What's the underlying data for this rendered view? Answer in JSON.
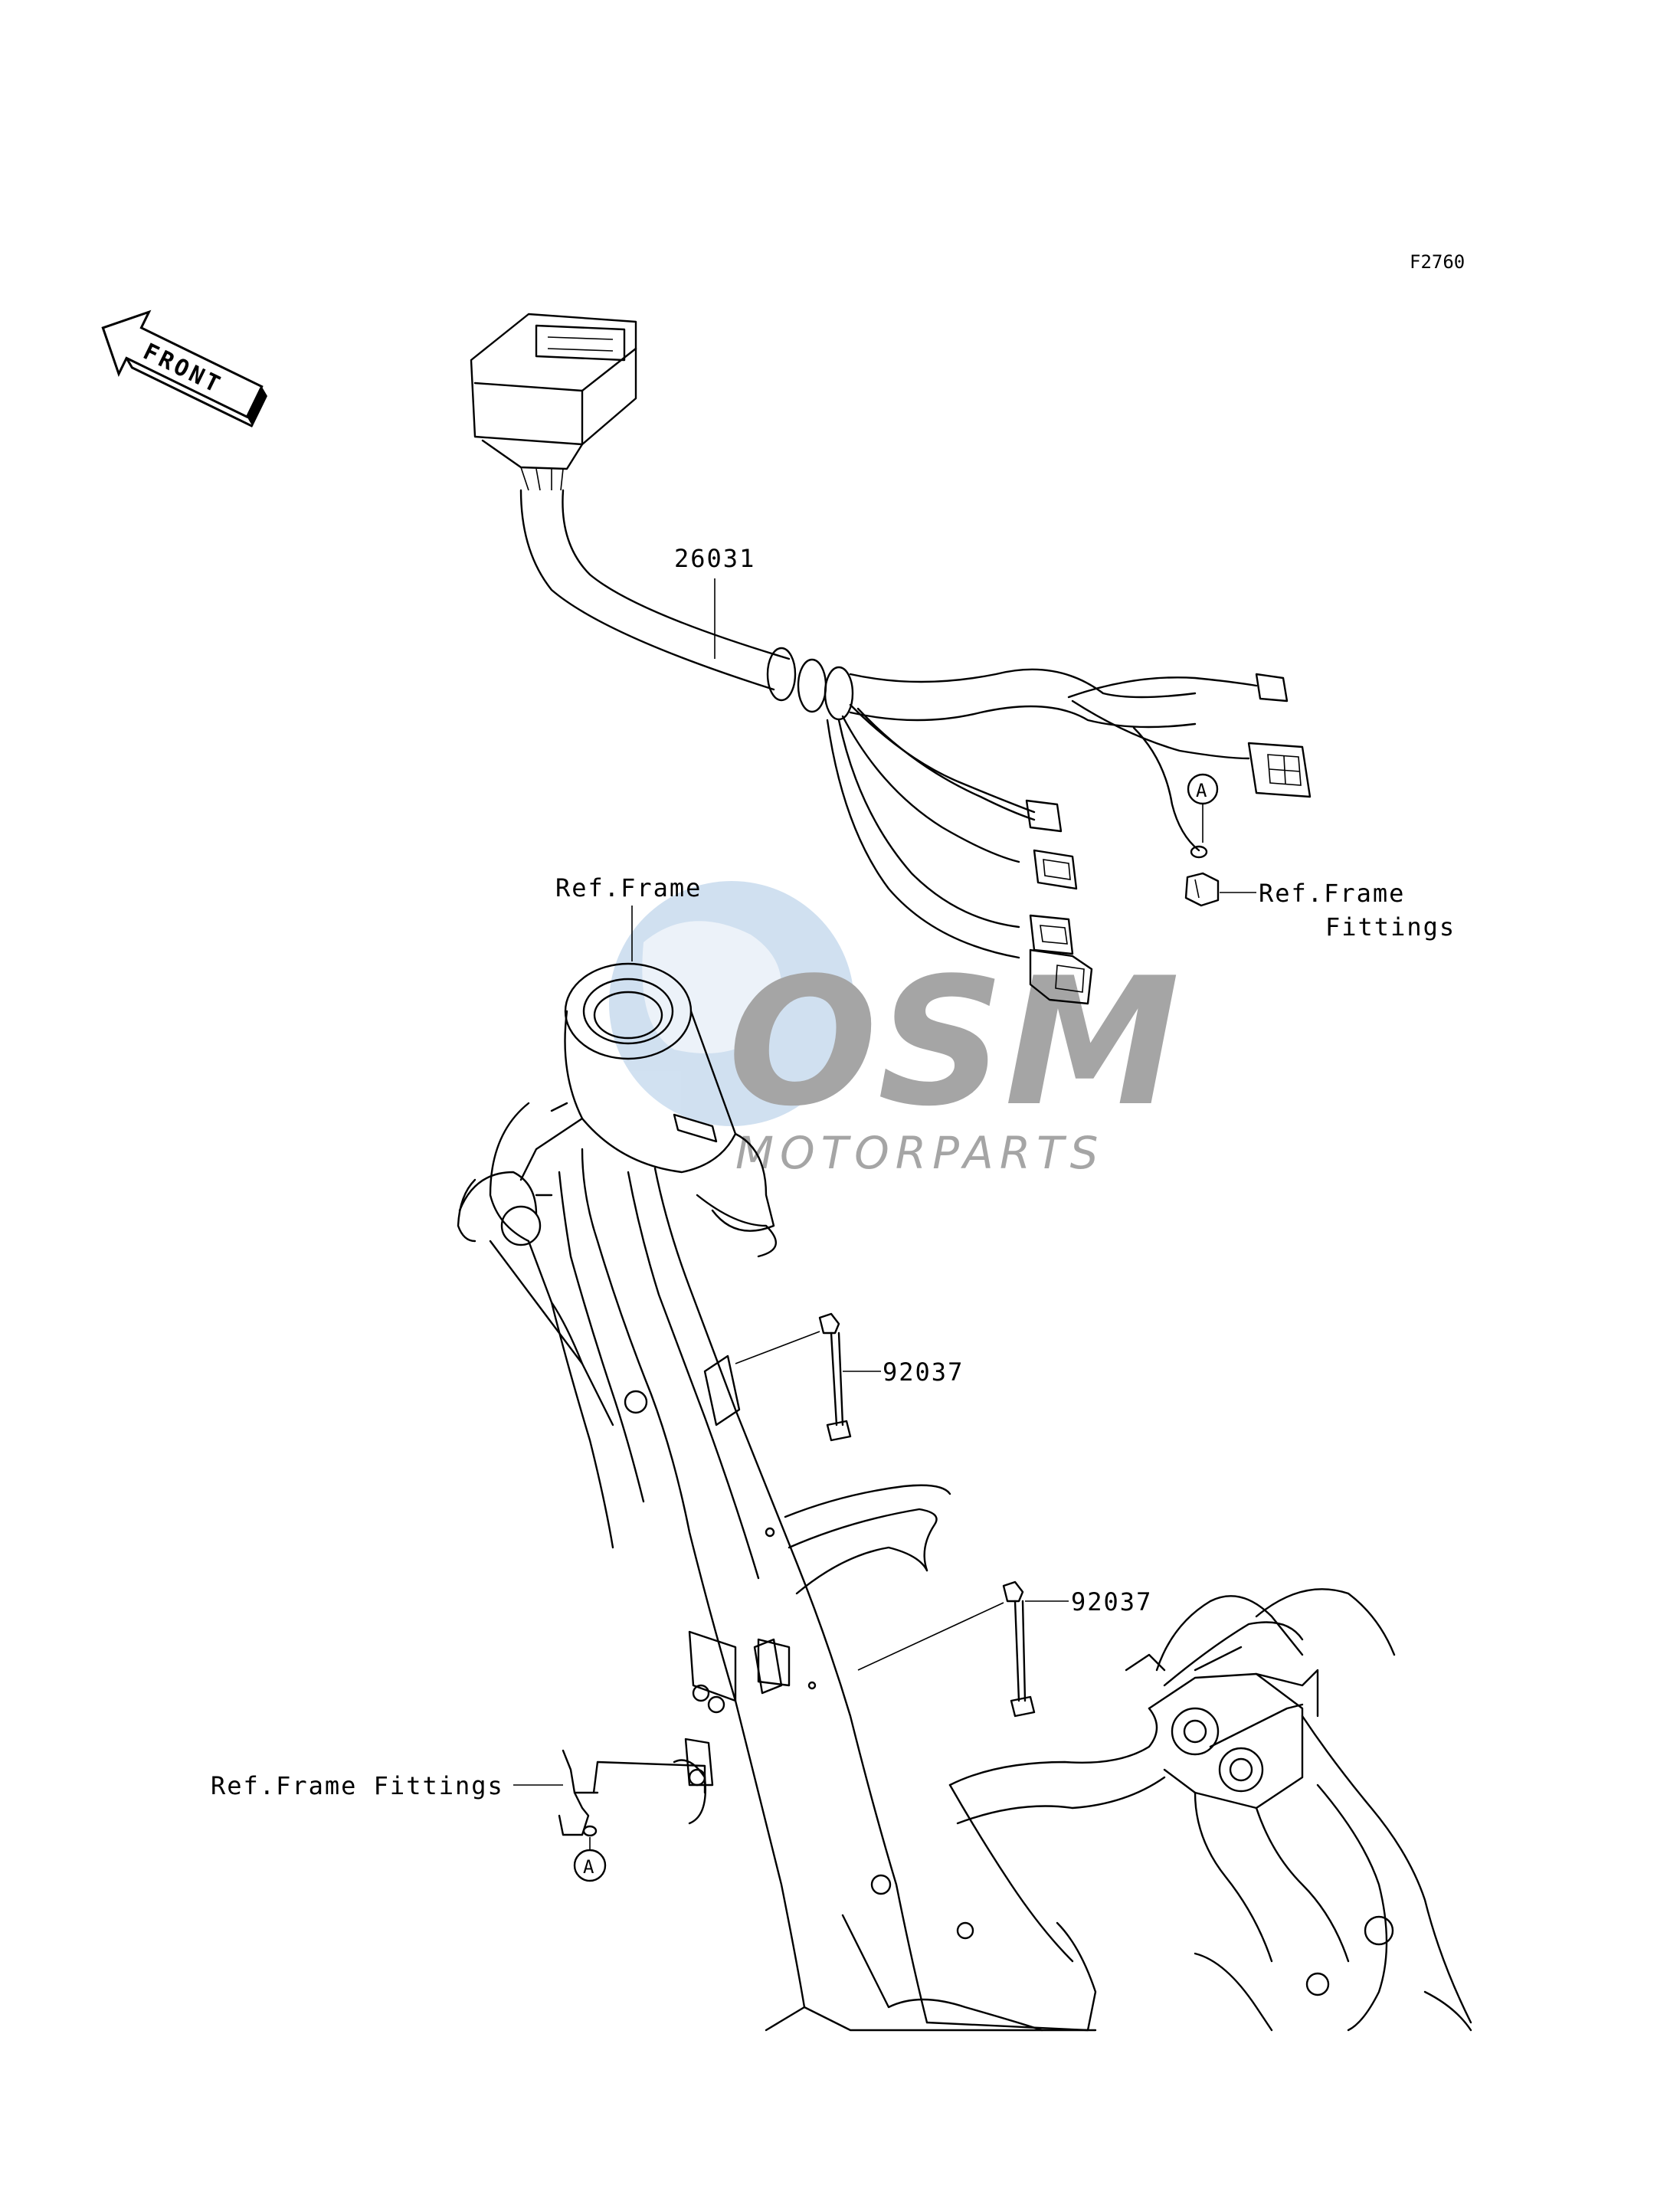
{
  "figure_code": "F2760",
  "direction_arrow": {
    "label": "FRONT",
    "icon": "front-direction-arrow-icon"
  },
  "parts": [
    {
      "number": "26031"
    },
    {
      "number": "92037"
    },
    {
      "number": "92037"
    }
  ],
  "references": {
    "frame": "Ref.Frame",
    "frame_fittings_line1": "Ref.Frame",
    "frame_fittings_line2": "Fittings",
    "frame_fittings_inline": "Ref.Frame Fittings"
  },
  "callouts": {
    "a_upper": "A",
    "a_lower": "A"
  },
  "watermark": {
    "brand": "OSM",
    "subtitle": "MOTORPARTS",
    "color": "#2e6fb0"
  }
}
